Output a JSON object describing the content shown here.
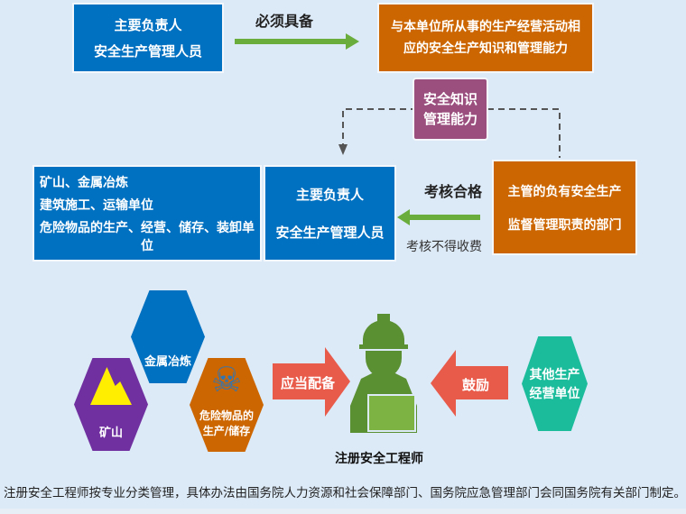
{
  "top_left_box": {
    "line1": "主要负责人",
    "line2": "安全生产管理人员"
  },
  "must_have": "必须具备",
  "top_right_box": {
    "line1": "与本单位所从事的生产经营活动相",
    "line2": "应的安全生产知识和管理能力"
  },
  "middle_box": {
    "line1": "安全知识",
    "line2": "管理能力"
  },
  "industries_box": {
    "items": [
      "矿山、金属冶炼",
      "建筑施工、运输单位",
      "危险物品的生产、经营、储存、装卸单位"
    ]
  },
  "center_box": {
    "line1": "主要负责人",
    "line2": "安全生产管理人员"
  },
  "assessment_pass": "考核合格",
  "no_fee": "考核不得收费",
  "dept_box": {
    "line1": "主管的负有安全生产",
    "line2": "监督管理职责的部门"
  },
  "hexagons": {
    "metal": "金属冶炼",
    "mine": "矿山",
    "hazard_line1": "危险物品的",
    "hazard_line2": "生产/储存",
    "other_line1": "其他生产",
    "other_line2": "经营单位"
  },
  "arrow_left_label": "应当配备",
  "arrow_right_label": "鼓励",
  "engineer_label": "注册安全工程师",
  "footer": "注册安全工程师按专业分类管理，具体办法由国务院人力资源和社会保障部门、国务院应急管理部门会同国务院有关部门制定。",
  "colors": {
    "blue": "#0070c0",
    "orange": "#cc6600",
    "purple": "#9b4f7e",
    "green": "#6aad3c",
    "red": "#e85a4a",
    "teal": "#1abc9c"
  }
}
